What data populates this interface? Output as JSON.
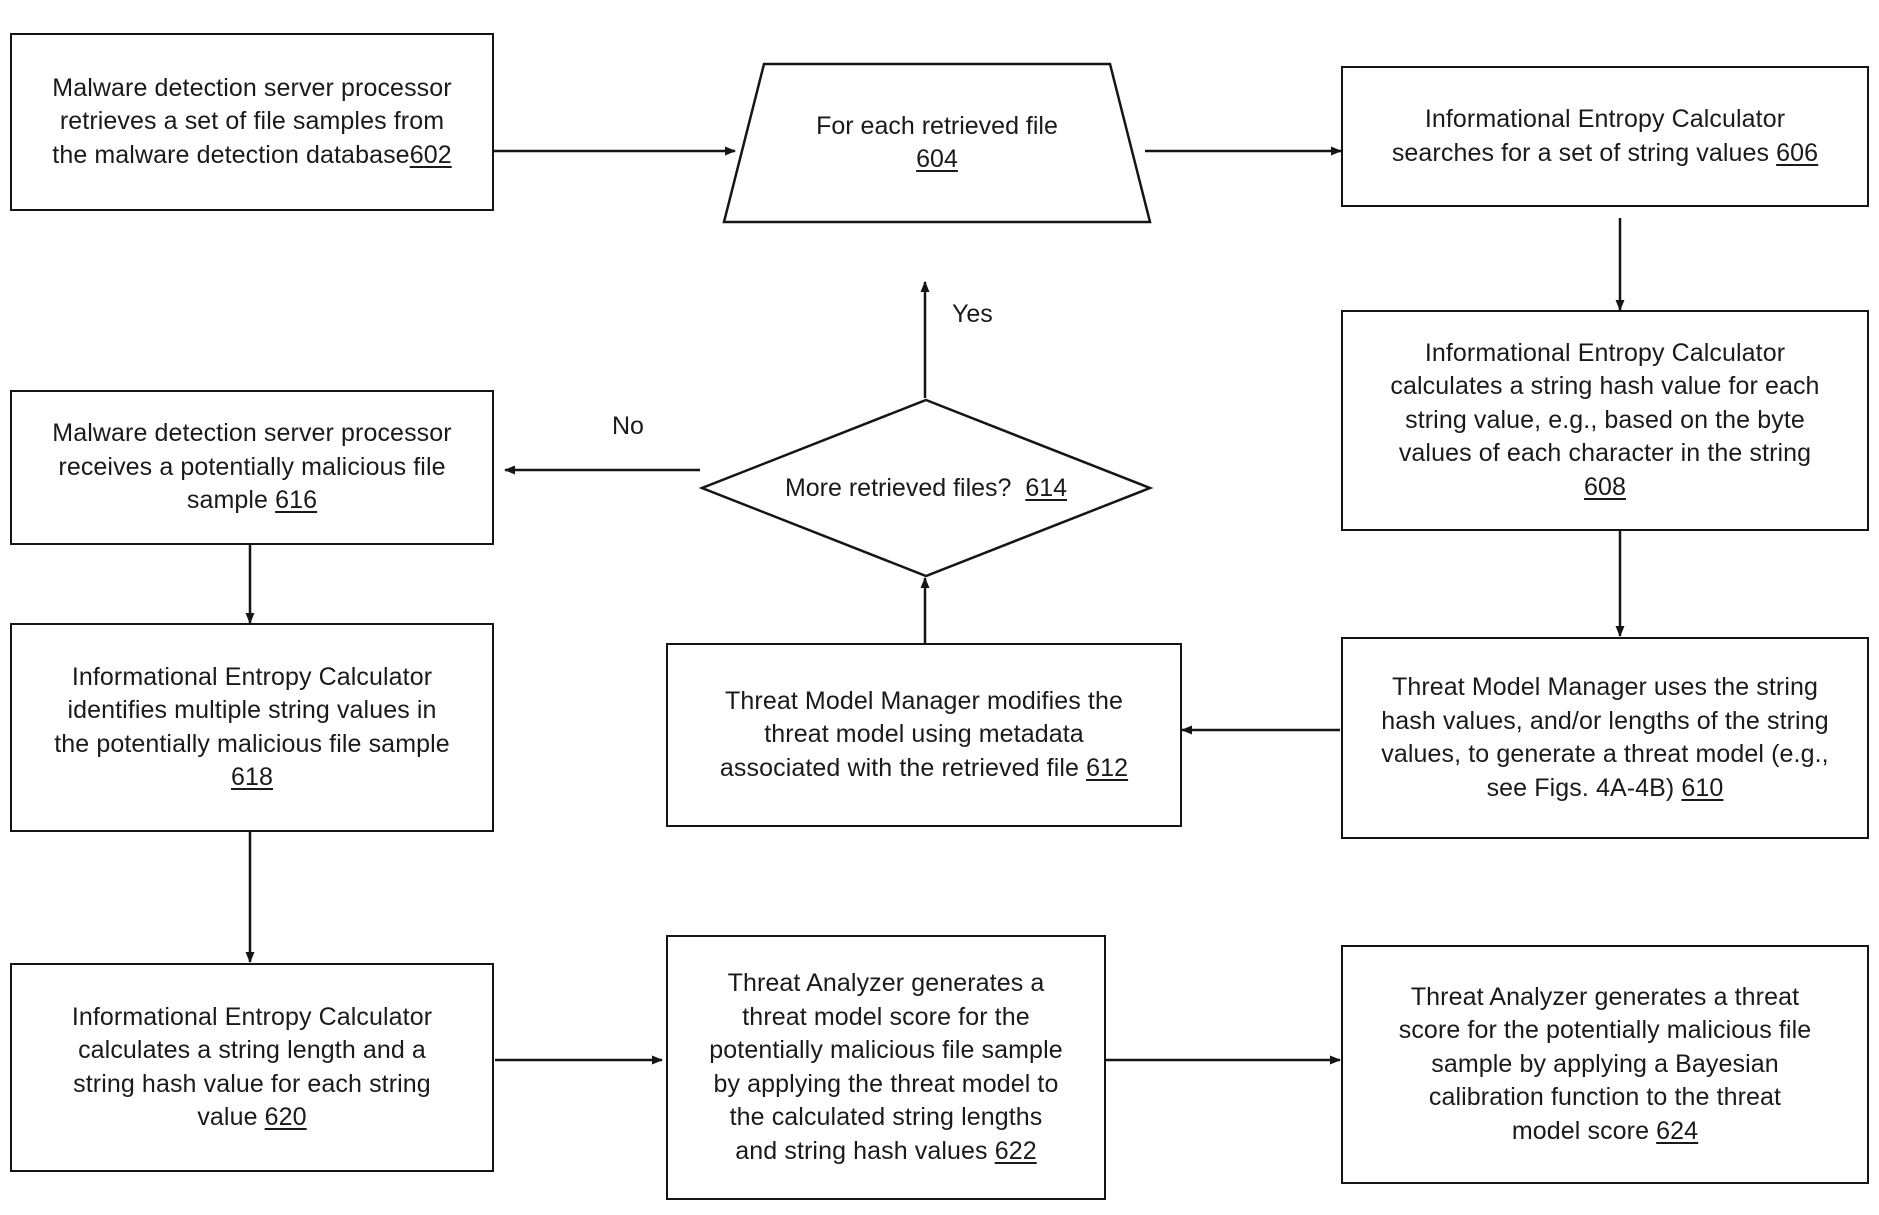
{
  "diagram": {
    "title": "Malware detection flowchart",
    "stroke_color": "#151515",
    "text_color": "#1a1a1a",
    "background": "#ffffff"
  },
  "nodes": {
    "n602": {
      "shape": "process",
      "text": "Malware detection server processor\nretrieves a set of file samples from\nthe malware detection database",
      "ref": "602"
    },
    "n604": {
      "shape": "trapezoid",
      "text": "For each retrieved file",
      "ref": "604"
    },
    "n606": {
      "shape": "process",
      "text": "Informational Entropy Calculator\nsearches for a set of string values ",
      "ref": "606"
    },
    "n608": {
      "shape": "process",
      "text": "Informational Entropy Calculator\ncalculates a string hash value for each\nstring value, e.g., based on the byte\nvalues of each character in the string",
      "ref": "608"
    },
    "n610": {
      "shape": "process",
      "text": "Threat Model Manager uses the string\nhash values, and/or lengths of the string\nvalues, to generate a threat model (e.g.,\nsee Figs. 4A-4B) ",
      "ref": "610"
    },
    "n612": {
      "shape": "process",
      "text": "Threat Model Manager modifies the\nthreat model using metadata\nassociated with the retrieved file  ",
      "ref": "612"
    },
    "n614": {
      "shape": "decision",
      "text": "More retrieved files?  ",
      "ref": "614"
    },
    "n616": {
      "shape": "process",
      "text": "Malware detection server processor\nreceives a potentially malicious file\nsample ",
      "ref": "616"
    },
    "n618": {
      "shape": "process",
      "text": "Informational Entropy Calculator\nidentifies multiple string values in\nthe potentially malicious file sample",
      "ref": "618"
    },
    "n620": {
      "shape": "process",
      "text": "Informational Entropy Calculator\ncalculates a string length and a\nstring hash value for each string\nvalue ",
      "ref": "620"
    },
    "n622": {
      "shape": "process",
      "text": "Threat Analyzer generates a\nthreat model score for the\npotentially malicious file sample\nby applying the threat model to\nthe calculated string lengths\nand string hash values ",
      "ref": "622"
    },
    "n624": {
      "shape": "process",
      "text": "Threat Analyzer generates a threat\nscore for the potentially malicious file\nsample by applying a Bayesian\ncalibration function to the threat\nmodel score ",
      "ref": "624"
    }
  },
  "edge_labels": {
    "yes": "Yes",
    "no": "No"
  }
}
